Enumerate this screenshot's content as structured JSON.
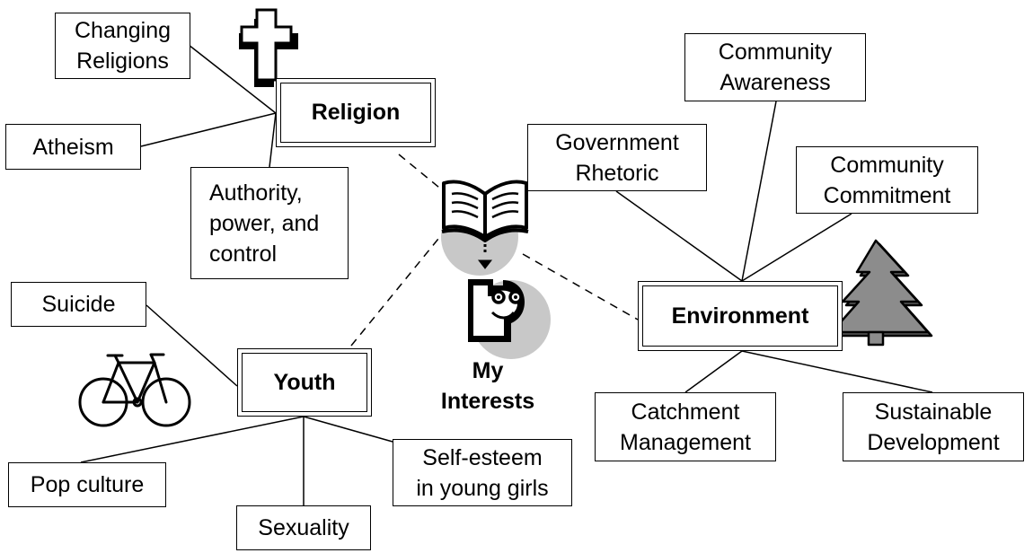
{
  "center": {
    "label": "My\nInterests"
  },
  "hubs": {
    "religion": "Religion",
    "youth": "Youth",
    "environment": "Environment"
  },
  "topics": {
    "changing_religions": "Changing\nReligions",
    "atheism": "Atheism",
    "authority": "Authority,\npower, and\ncontrol",
    "suicide": "Suicide",
    "pop_culture": "Pop culture",
    "sexuality": "Sexuality",
    "self_esteem": "Self-esteem\nin young girls",
    "government_rhetoric": "Government\nRhetoric",
    "community_awareness": "Community\nAwareness",
    "community_commitment": "Community\nCommitment",
    "catchment_management": "Catchment\nManagement",
    "sustainable_development": "Sustainable\nDevelopment"
  },
  "icons": [
    "cross-icon",
    "open-book-icon",
    "reader-face-icon",
    "bicycle-icon",
    "pine-tree-icon"
  ],
  "colors": {
    "line": "#000000",
    "circle": "#c8c8c8",
    "tree": "#8c8c8c"
  }
}
